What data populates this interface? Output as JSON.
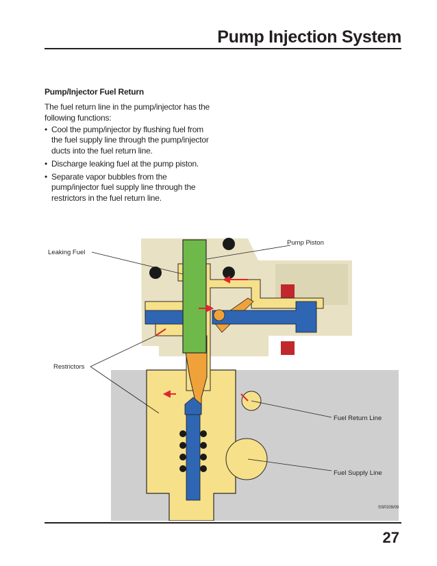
{
  "header": {
    "title": "Pump Injection System"
  },
  "section": {
    "heading": "Pump/Injector Fuel Return",
    "intro": "The fuel return line in the pump/injector has the following functions:",
    "bullets": [
      "Cool the pump/injector by flushing fuel from the fuel supply line through the pump/injector ducts into the fuel return line.",
      "Discharge leaking fuel at the pump piston.",
      "Separate vapor bubbles from the pump/injector fuel supply line through the restrictors in the fuel return line."
    ],
    "bullet_symbol": "•"
  },
  "figure": {
    "labels": {
      "leaking_fuel": "Leaking Fuel",
      "pump_piston": "Pump Piston",
      "restrictors": "Restrictors",
      "fuel_return_line": "Fuel Return Line",
      "fuel_supply_line": "Fuel Supply Line",
      "figure_id": "SSP209/096"
    },
    "colors": {
      "housing": "#e8e1c4",
      "head": "#dcd6b4",
      "block": "#cfcfcf",
      "fuel_return": "#f6e08a",
      "high_pressure": "#f0a23a",
      "piston": "#6fb84a",
      "solenoid": "#2f66b3",
      "flow_arrow": "#e0262d",
      "coil": "#c0282d"
    }
  },
  "footer": {
    "page_number": "27"
  }
}
